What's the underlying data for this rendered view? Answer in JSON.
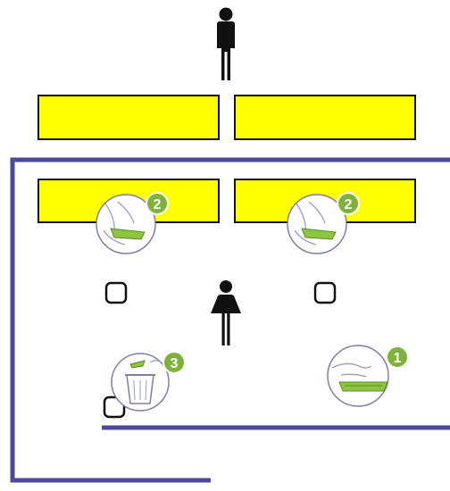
{
  "colors": {
    "wall": "#4b4a9a",
    "table_fill": "#ffff00",
    "table_stroke": "#111111",
    "person": "#111111",
    "badge": "#7fb23a",
    "badge_text": "#ffffff",
    "glove": "#8cc63f",
    "icon_line": "#7c7fa8",
    "seat_stroke": "#111111"
  },
  "steps": {
    "receive": "1",
    "hand_over": "2",
    "dispose": "3"
  },
  "icons": {
    "step1": "hand-passing-tray-icon",
    "step2": "hand-gloved-icon",
    "step3": "waste-bin-icon",
    "staff": "person-male-icon",
    "visitor": "person-female-icon",
    "seat": "seat-square-icon"
  }
}
